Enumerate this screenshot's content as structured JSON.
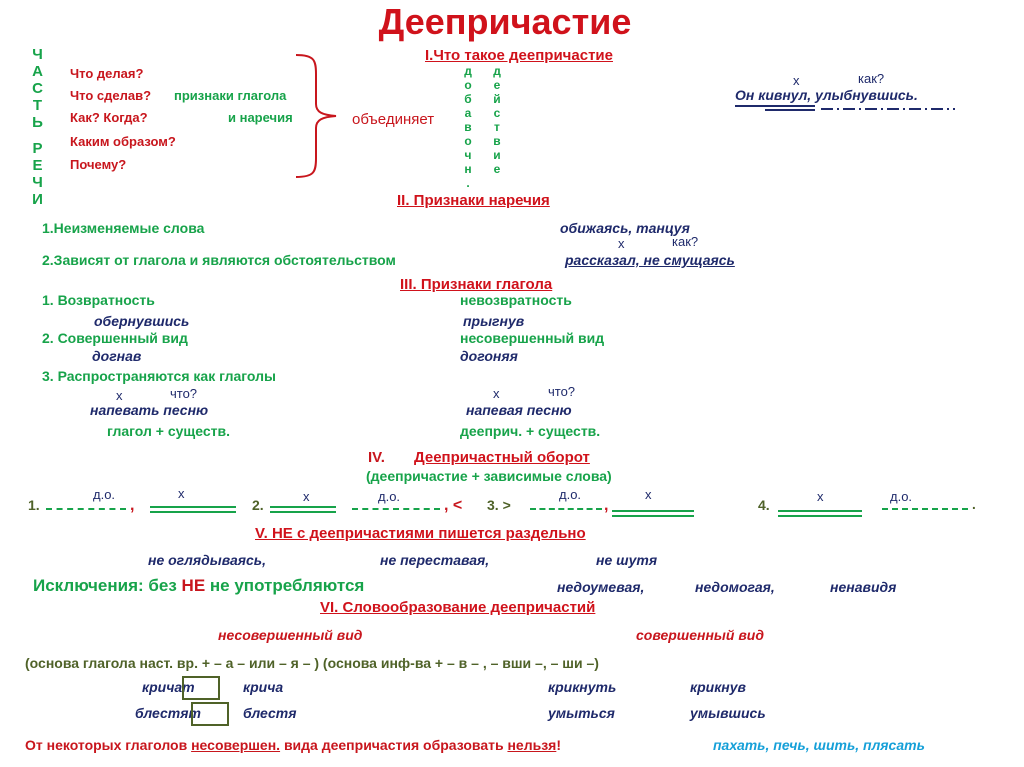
{
  "title": "Деепричастие",
  "side_label": {
    "word1": "ЧАСТЬ",
    "word2": "РЕЧИ"
  },
  "questions": [
    "Что делая?",
    "Что сделав?",
    "Как?  Когда?",
    "Каким образом?",
    "Почему?"
  ],
  "signs": {
    "line1": "признаки глагола",
    "line2": "и наречия"
  },
  "unites": "объединяет",
  "vertical_words": {
    "left": "добавочн.",
    "right": "действие"
  },
  "section1": {
    "heading": "I.Что такое деепричастие",
    "mark_x": "х",
    "mark_how": "как?",
    "example": "Он кивнул, улыбнувшись."
  },
  "section2": {
    "heading": "II. Признаки  наречия",
    "item1": "1.Неизменяемые слова",
    "item2": "2.Зависят от глагола и являются обстоятельством",
    "ex1": "обижаясь,  танцуя",
    "mark_x": "х",
    "mark_how": "как?",
    "ex2": "рассказал, не смущаясь"
  },
  "section3": {
    "heading": "III. Признаки  глагола",
    "rows": [
      {
        "left": "1.  Возвратность",
        "right": "невозвратность"
      },
      {
        "left": "обернувшись",
        "right": "прыгнув"
      },
      {
        "left": "2. Совершенный вид",
        "right": "несовершенный вид"
      },
      {
        "left": "догнав",
        "right": "догоняя"
      }
    ],
    "item3": "3. Распространяются как  глаголы",
    "mark_x": "х",
    "mark_what": "что?",
    "ex_left": "напевать  песню",
    "ex_right": "напевая  песню",
    "formula_left": "глагол + существ.",
    "formula_right": "дееприч. + существ."
  },
  "section4": {
    "heading_num": "IV.",
    "heading": "Деепричастный оборот",
    "subheading": "(деепричастие + зависимые слова)",
    "schemes": [
      {
        "num": "1.",
        "label_do": "д.о.",
        "label_x": "х",
        "tail": ","
      },
      {
        "num": "2.",
        "label_x": "х",
        "label_do": "д.о.",
        "tail": ", <"
      },
      {
        "num": "3. >",
        "label_do": "д.о.",
        "label_x": "х",
        "tail": ","
      },
      {
        "num": "4.",
        "label_x": "х",
        "label_do": "д.о.",
        "tail": "."
      }
    ]
  },
  "section5": {
    "heading": "V. НЕ с деепричастиями  пишется раздельно",
    "examples": [
      "не  оглядываясь,",
      "не   переставая,",
      "не  шутя"
    ],
    "exceptions_label": "Исключения:  без",
    "exceptions_ne": "НЕ",
    "exceptions_rest": "не употребляются",
    "exceptions": [
      "недоумевая,",
      "недомогая,",
      "ненавидя"
    ]
  },
  "section6": {
    "heading": "VI. Словообразование  деепричастий",
    "imperfective": "несовершенный  вид",
    "perfective": "совершенный  вид",
    "formula": "(основа глагола наст. вр. + – а – или – я – ) (основа инф-ва + – в – , – вши –, – ши –)",
    "pairs_left": [
      [
        "кричат",
        "крича"
      ],
      [
        "блестят",
        "блестя"
      ]
    ],
    "pairs_right": [
      [
        "крикнуть",
        "крикнув"
      ],
      [
        "умыться",
        "умывшись"
      ]
    ]
  },
  "footer": {
    "text1": "От некоторых глаголов ",
    "text2": "несовершен.",
    "text3": " вида деепричастия образовать ",
    "text4": "нельзя",
    "text5": "!",
    "examples": "пахать,  печь,  шить,  плясать"
  },
  "colors": {
    "red": "#c8161d",
    "green": "#17a34a",
    "navy": "#1f2a6b",
    "olive": "#4f6228",
    "blue": "#16a0d8"
  }
}
